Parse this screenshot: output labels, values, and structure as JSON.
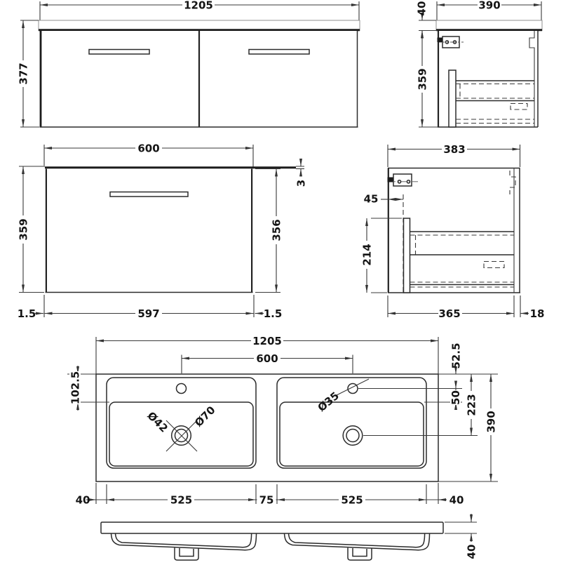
{
  "views": {
    "vanity_front": {
      "width": "1205",
      "height": "377"
    },
    "vanity_side": {
      "depth": "390",
      "worktop_thickness": "40",
      "cabinet_height": "359"
    },
    "unit_front": {
      "width": "600",
      "height": "359",
      "door_height": "356",
      "top_thickness": "3",
      "edge_gap_left": "1.5",
      "door_width": "597",
      "edge_gap_right": "1.5"
    },
    "unit_side": {
      "depth": "383",
      "back_clearance": "45",
      "drawer_box_height": "214",
      "cabinet_depth": "365",
      "front_panel": "18"
    },
    "basin_plan": {
      "width": "1205",
      "tap_centres": "600",
      "tap_setback": "52.5",
      "bowl_setback": "102.5",
      "tap_to_bowl": "50",
      "waste_setback": "223",
      "depth": "390",
      "tap_hole_dia": "Ø35",
      "waste_dia": "Ø42",
      "waste_flange_dia": "Ø70",
      "left_margin": "40",
      "left_bowl": "525",
      "bowl_gap": "75",
      "right_bowl": "525",
      "right_margin": "40"
    },
    "basin_profile": {
      "edge_height": "40"
    }
  }
}
